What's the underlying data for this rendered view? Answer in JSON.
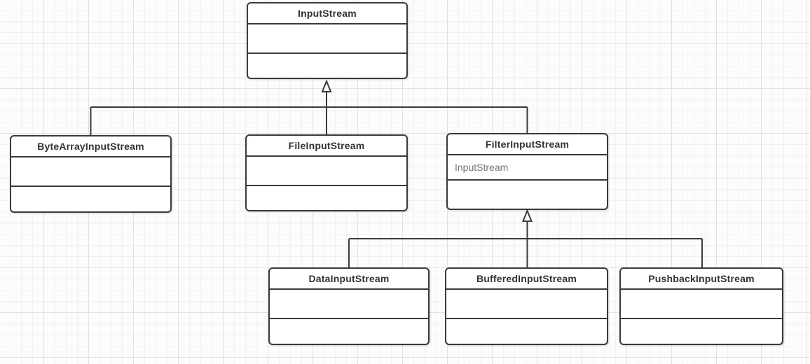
{
  "diagram": {
    "type": "uml-class-diagram",
    "colors": {
      "stroke": "#3a3a3a",
      "title_text": "#333333",
      "attribute_text": "#757575",
      "box_fill": "#ffffff",
      "grid_minor": "#f1f1f1",
      "grid_major": "#e2e2e2",
      "canvas_background": "#fcfcfc"
    },
    "classes": [
      {
        "id": "input-stream",
        "name": "InputStream",
        "attributes": [],
        "methods": []
      },
      {
        "id": "byte-array-input-stream",
        "name": "ByteArrayInputStream",
        "attributes": [],
        "methods": []
      },
      {
        "id": "file-input-stream",
        "name": "FileInputStream",
        "attributes": [],
        "methods": []
      },
      {
        "id": "filter-input-stream",
        "name": "FilterInputStream",
        "attributes": [
          "InputStream"
        ],
        "methods": []
      },
      {
        "id": "data-input-stream",
        "name": "DataInputStream",
        "attributes": [],
        "methods": []
      },
      {
        "id": "buffered-input-stream",
        "name": "BufferedInputStream",
        "attributes": [],
        "methods": []
      },
      {
        "id": "pushback-input-stream",
        "name": "PushbackInputStream",
        "attributes": [],
        "methods": []
      }
    ],
    "relationships": [
      {
        "type": "generalization",
        "from": "ByteArrayInputStream",
        "to": "InputStream"
      },
      {
        "type": "generalization",
        "from": "FileInputStream",
        "to": "InputStream"
      },
      {
        "type": "generalization",
        "from": "FilterInputStream",
        "to": "InputStream"
      },
      {
        "type": "generalization",
        "from": "DataInputStream",
        "to": "FilterInputStream"
      },
      {
        "type": "generalization",
        "from": "BufferedInputStream",
        "to": "FilterInputStream"
      },
      {
        "type": "generalization",
        "from": "PushbackInputStream",
        "to": "FilterInputStream"
      }
    ]
  }
}
